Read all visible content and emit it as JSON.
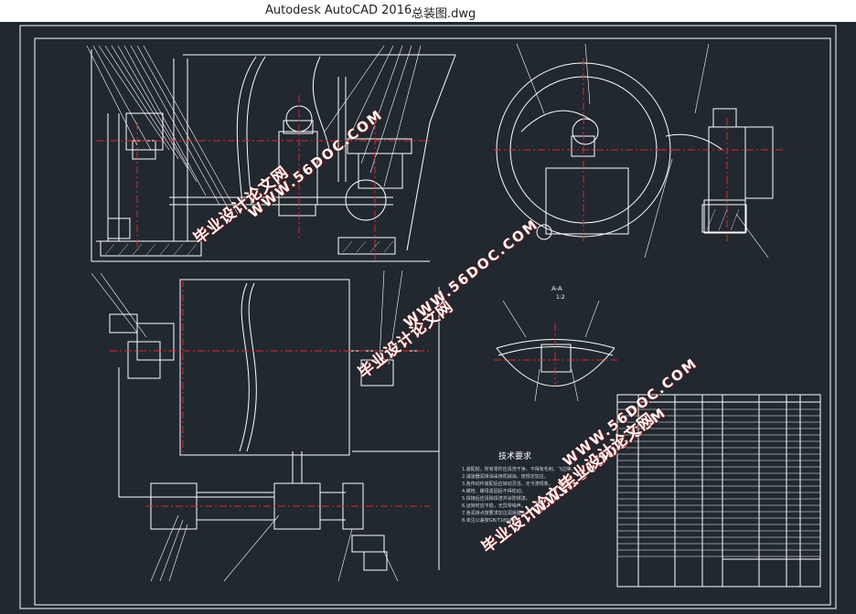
{
  "window": {
    "app_title": "Autodesk AutoCAD 2016",
    "file_name": "总装图.dwg"
  },
  "drawing": {
    "section_label": "A-A",
    "section_scale": "1:2",
    "tech_requirements_title": "技术要求",
    "tech_notes": [
      "1.装配前，所有零件应清洗干净，不得有毛刺、飞边等。",
      "2.减速器润滑油采用机械油，按规定加注。",
      "3.各传动件装配后应转动灵活，无卡滞现象。",
      "4.螺栓、螺母紧固后不得松动。",
      "5.焊接后应清除焊渣并涂防锈漆。",
      "6.运转时应平稳，无异常噪声。",
      "7.各润滑点按要求加注润滑脂。",
      "8.未注公差按GB/T1804-m。"
    ]
  },
  "watermarks": [
    "毕业设计论文网",
    "WWW.56DOC.COM",
    "毕业设计论文网",
    "WWW.56DOC.COM",
    "毕业设计论文网",
    "WWW.56DOC.COM",
    "毕业设计论文网",
    "WWW.56DOC.COM"
  ],
  "colors": {
    "background": "#212830",
    "line": "#ffffff",
    "center_line": "#e0262b",
    "watermark_shadow": "#7a1a1a"
  }
}
